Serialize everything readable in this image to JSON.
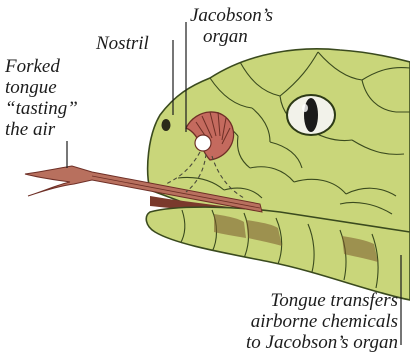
{
  "labels": {
    "nostril": "Nostril",
    "jacobson": [
      "Jacobson’s",
      "organ"
    ],
    "forked_tongue": [
      "Forked",
      "tongue",
      "“tasting”",
      "the air"
    ],
    "transfer": [
      "Tongue transfers",
      "airborne chemicals",
      "to Jacobson’s organ"
    ]
  },
  "colors": {
    "skin": "#c9d67a",
    "skin_dark": "#a9b85a",
    "scale_lines": "#3a4a1e",
    "organ": "#c46a5e",
    "tongue": "#b8705e",
    "mouth_interior": "#7a3a2c",
    "eye": "#f2f2ea"
  }
}
